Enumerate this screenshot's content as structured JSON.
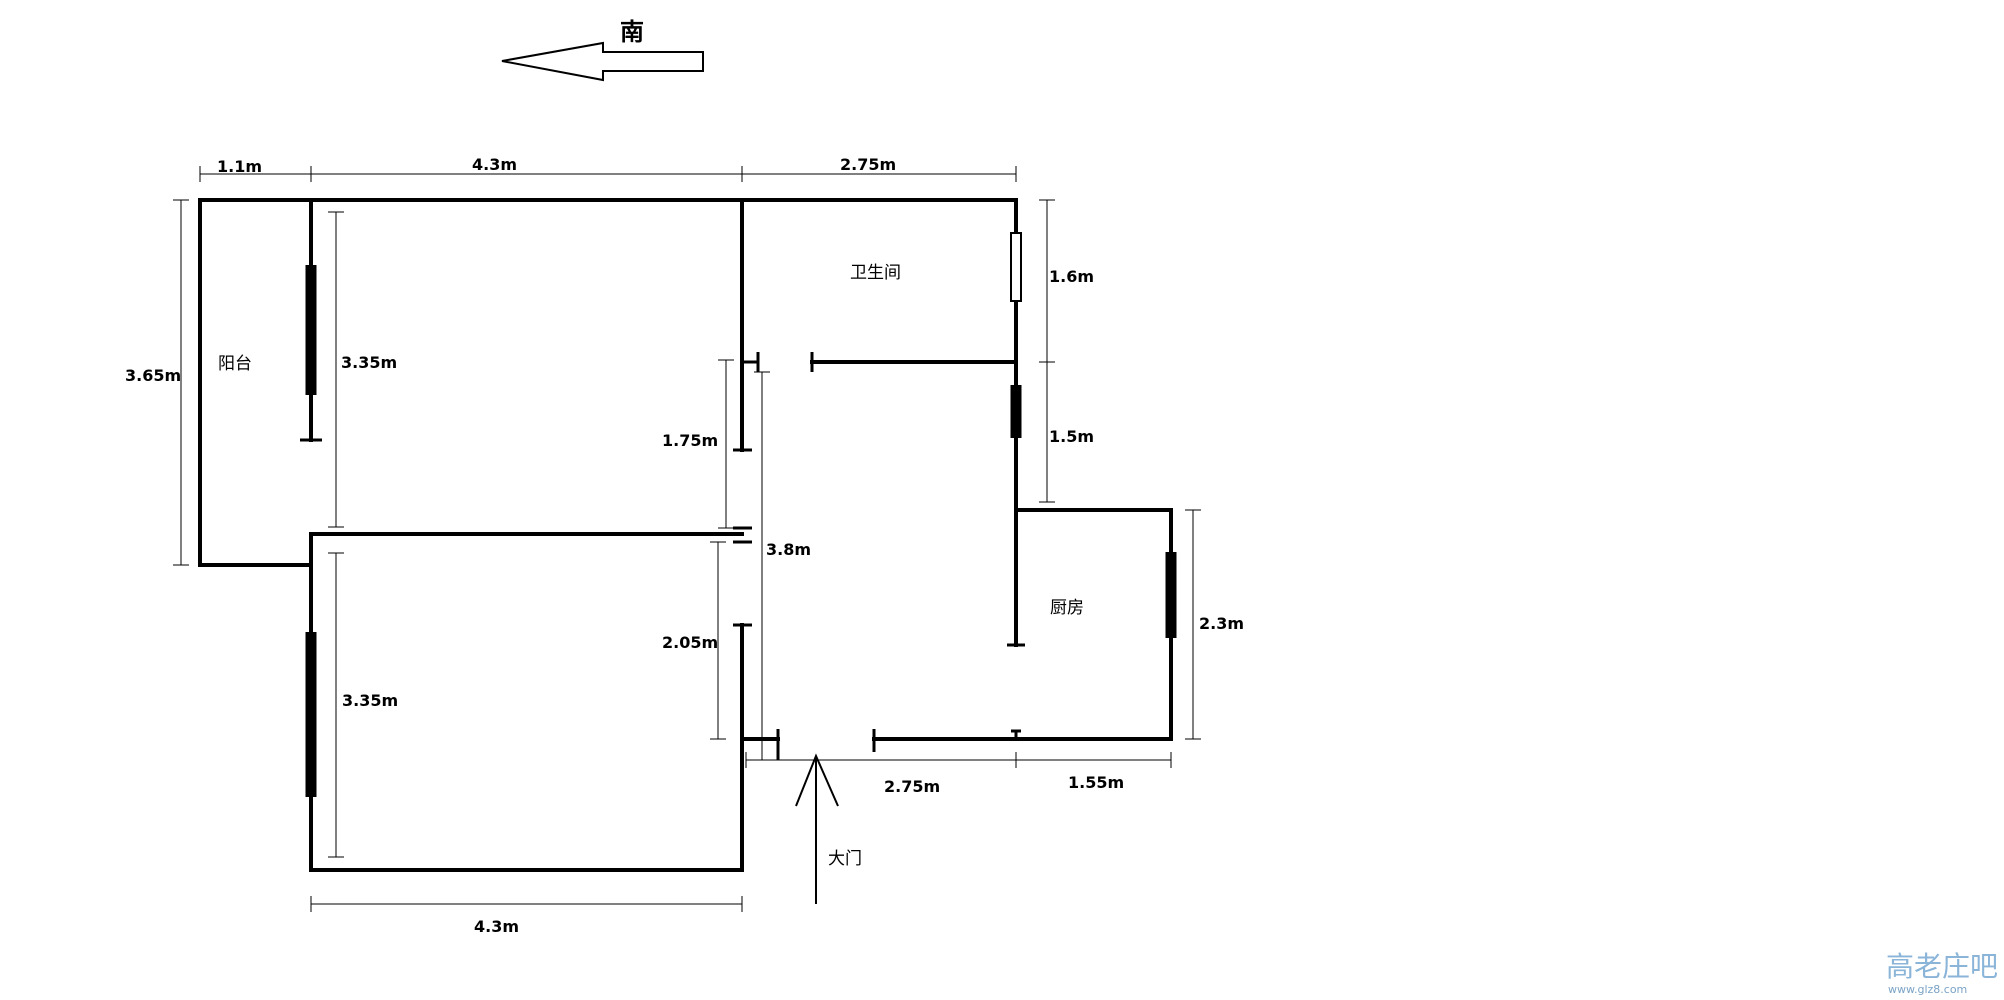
{
  "compass": {
    "label": "南"
  },
  "rooms": {
    "balcony": "阳台",
    "bathroom": "卫生间",
    "kitchen": "厨房",
    "entrance": "大门"
  },
  "dimensions": {
    "balcony_top_width": "1.1m",
    "bedroom1_top_width": "4.3m",
    "bath_top_width": "2.75m",
    "balcony_height": "3.65m",
    "bedroom1_height": "3.35m",
    "bedroom2_height": "3.35m",
    "upper_door_side": "1.75m",
    "hall_height": "3.8m",
    "lower_door_side": "2.05m",
    "bath_height": "1.6m",
    "east_corridor": "1.5m",
    "kitchen_height": "2.3m",
    "hall_bottom_width": "2.75m",
    "kitchen_bottom_width": "1.55m",
    "bedroom2_bottom_width": "4.3m"
  },
  "watermark": {
    "logo": "高老庄吧",
    "url": "www.glz8.com"
  }
}
